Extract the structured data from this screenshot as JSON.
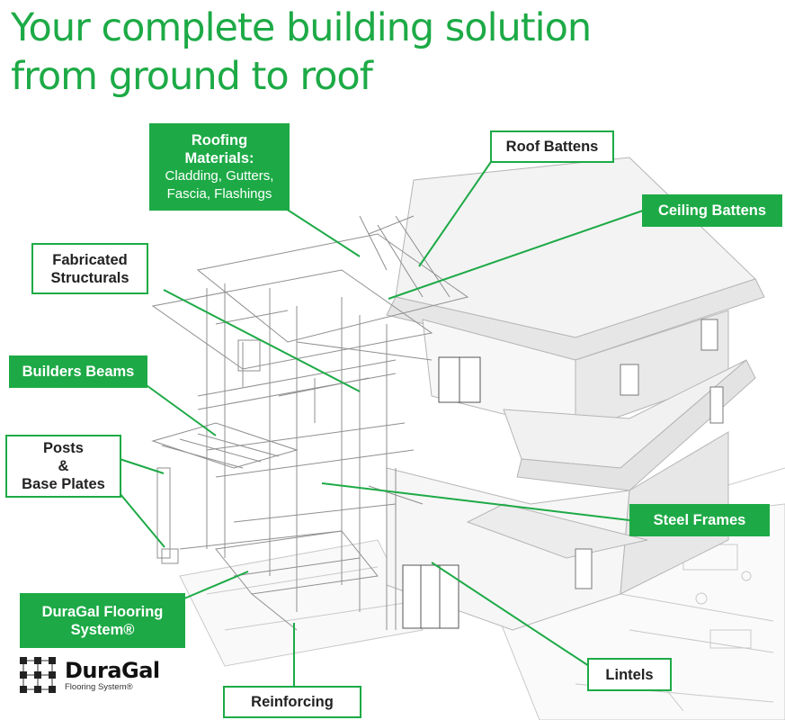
{
  "headline": {
    "line1": "Your complete building solution",
    "line2": "from ground to roof"
  },
  "colors": {
    "brand_green": "#1daa46",
    "drawing_grey": "#8a8a8a",
    "house_white": "#f4f4f4"
  },
  "labels": {
    "roofing": {
      "title_line1": "Roofing",
      "title_line2": "Materials:",
      "detail_line1": "Cladding, Gutters,",
      "detail_line2": "Fascia, Flashings"
    },
    "roof_battens": "Roof Battens",
    "ceiling_battens": "Ceiling Battens",
    "fabricated_structurals": {
      "line1": "Fabricated",
      "line2": "Structurals"
    },
    "builders_beams": "Builders Beams",
    "posts_base_plates": {
      "line1": "Posts",
      "line2": "&",
      "line3": "Base Plates"
    },
    "steel_frames": "Steel Frames",
    "duragal_flooring": {
      "line1": "DuraGal Flooring",
      "line2": "System®"
    },
    "lintels": "Lintels",
    "reinforcing": "Reinforcing"
  },
  "logo": {
    "name": "DuraGal",
    "tagline": "Flooring System®",
    "icon": "duragal-grid-logo-icon"
  }
}
